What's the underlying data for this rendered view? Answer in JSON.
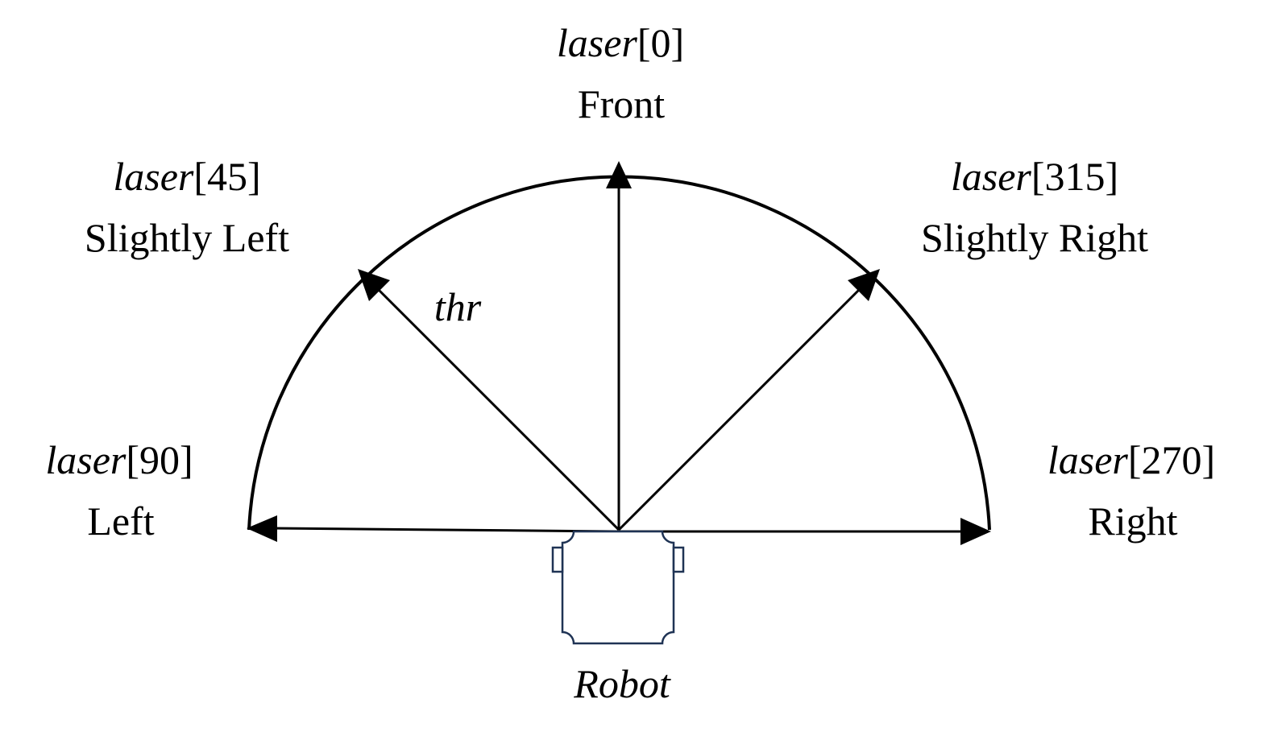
{
  "beams": {
    "front": {
      "var": "laser",
      "index": "[0]",
      "name": "Front"
    },
    "slightly_left": {
      "var": "laser",
      "index": "[45]",
      "name": "Slightly Left"
    },
    "slightly_right": {
      "var": "laser",
      "index": "[315]",
      "name": "Slightly Right"
    },
    "left": {
      "var": "laser",
      "index": "[90]",
      "name": "Left"
    },
    "right": {
      "var": "laser",
      "index": "[270]",
      "name": "Right"
    }
  },
  "threshold_label": "thr",
  "robot_label": "Robot",
  "colors": {
    "lines": "#000000",
    "robot_outline": "#1f3354"
  }
}
